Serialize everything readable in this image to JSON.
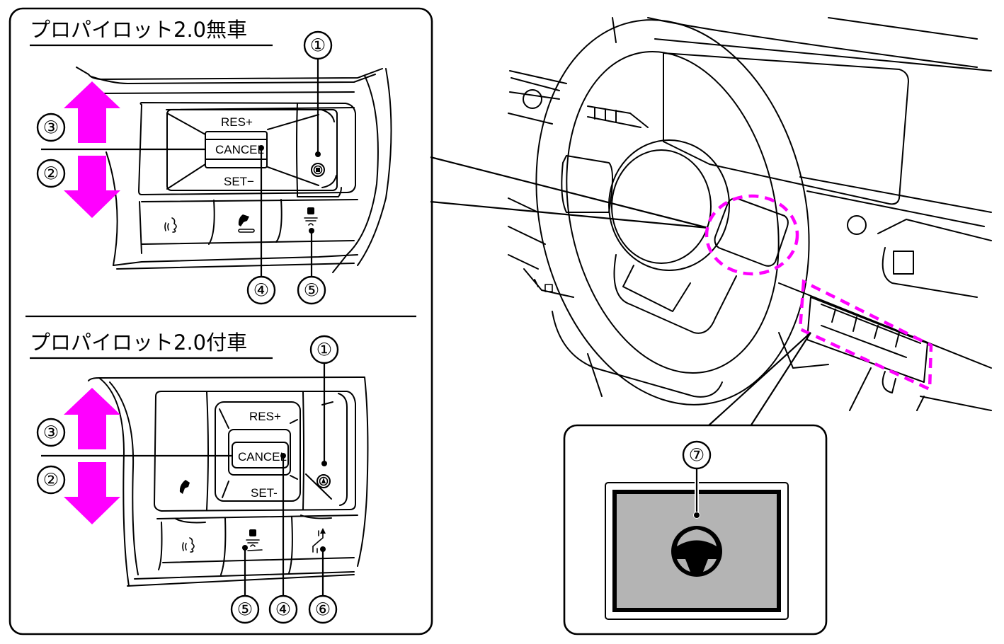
{
  "panels": {
    "without_propilot": {
      "title": "プロパイロット2.0無車",
      "buttons": {
        "res": "RES+",
        "cancel": "CANCEL",
        "set": "SET−"
      },
      "callouts": [
        "①",
        "②",
        "③",
        "④",
        "⑤"
      ]
    },
    "with_propilot": {
      "title": "プロパイロット2.0付車",
      "buttons": {
        "res": "RES+",
        "cancel": "CANCEL",
        "set": "SET-"
      },
      "callouts": [
        "①",
        "②",
        "③",
        "⑤",
        "④",
        "⑥"
      ]
    },
    "display": {
      "callout": "⑦",
      "icon": "steering-wheel-icon"
    }
  },
  "icons": {
    "cruise_main": "cruise-main-switch-icon",
    "propilot_assist": "propilot-assist-icon",
    "voice": "voice-recognition-icon",
    "phone": "phone-icon",
    "distance": "vehicle-distance-icon",
    "lane_change": "lane-change-icon"
  },
  "colors": {
    "highlight": "#ff00ff",
    "display_bg": "#b4b4b4",
    "line": "#000000"
  }
}
